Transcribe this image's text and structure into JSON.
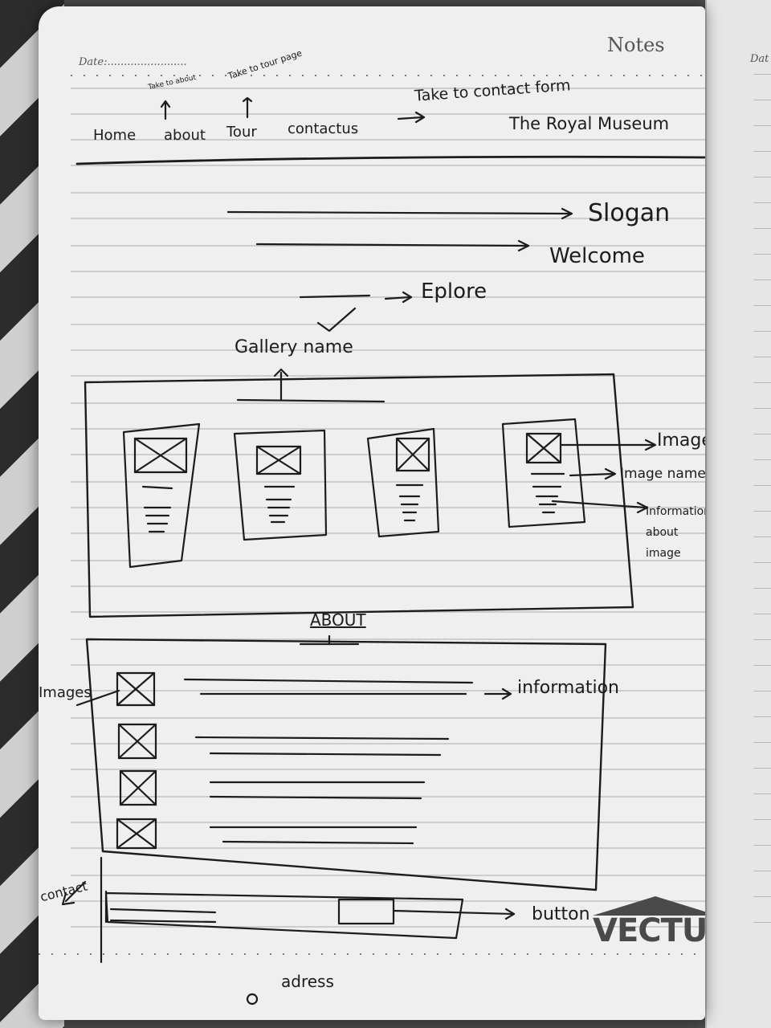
{
  "header": {
    "date_label": "Date:........................",
    "notes_label": "Notes",
    "next_page_date_label": "Dat"
  },
  "nav": {
    "items": [
      "Home",
      "about",
      "Tour",
      "contactus"
    ],
    "notes": [
      "Take to about",
      "Take to tour page",
      "Take to contact form"
    ],
    "brand": "The Royal Museum"
  },
  "hero": {
    "slogan": "Slogan",
    "welcome": "Welcome",
    "explore": "Eplore"
  },
  "gallery": {
    "title": "Gallery name",
    "labels": {
      "image": "Image",
      "image_name": "Image name",
      "info": "Information about image"
    }
  },
  "about": {
    "title": "ABOUT",
    "images_label": "Images",
    "info_label": "information"
  },
  "footer": {
    "contact_label": "contact",
    "button_label": "button",
    "address_label": "adress"
  },
  "brand_logo": "VECTUS",
  "colors": {
    "paper": "#efefef",
    "ink": "#1c1c1c",
    "rule": "#b9b9b9"
  }
}
